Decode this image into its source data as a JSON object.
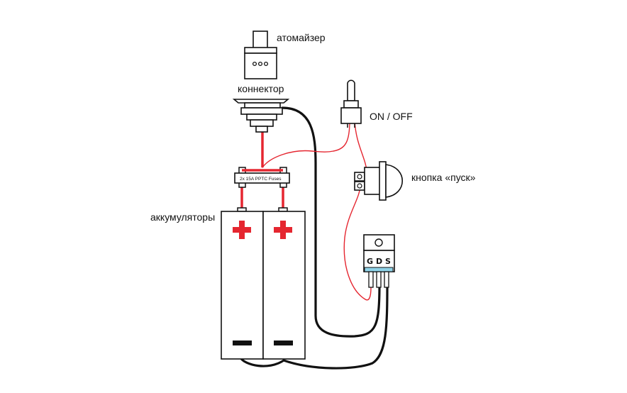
{
  "labels": {
    "atomizer": "атомайзер",
    "connector": "коннектор",
    "switch": "ON / OFF",
    "button": "кнопка «пуск»",
    "batteries": "аккумуляторы",
    "fuses": "2x 15A PPTC Fuses",
    "mosfet_g": "G",
    "mosfet_d": "D",
    "mosfet_s": "S"
  },
  "colors": {
    "wire_positive": "#e52630",
    "wire_negative": "#111111",
    "gds_highlight": "#8fd3e8"
  }
}
